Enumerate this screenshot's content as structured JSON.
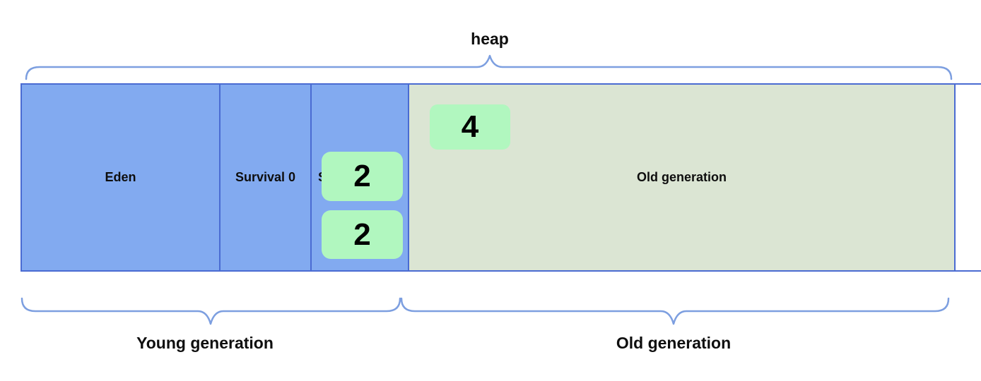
{
  "diagram": {
    "heap_label": "heap",
    "regions": [
      {
        "id": "eden",
        "label": "Eden"
      },
      {
        "id": "survival-0",
        "label": "Survival 0"
      },
      {
        "id": "survival-1",
        "label": "Survival 1"
      },
      {
        "id": "old-generation",
        "label": "Old generation"
      }
    ],
    "objects": [
      {
        "value": "4",
        "location": "old-generation"
      },
      {
        "value": "2",
        "location": "survival-1"
      },
      {
        "value": "2",
        "location": "survival-1"
      }
    ],
    "bottom_labels": {
      "young": "Young generation",
      "old": "Old generation"
    },
    "colors": {
      "region_blue": "#82aaf0",
      "region_olive": "#dbe5d3",
      "object_green": "#b1f7bf",
      "border_blue": "#4a6bd2",
      "brace_blue": "#7d9fe0",
      "text": "#0e0e0e"
    }
  }
}
